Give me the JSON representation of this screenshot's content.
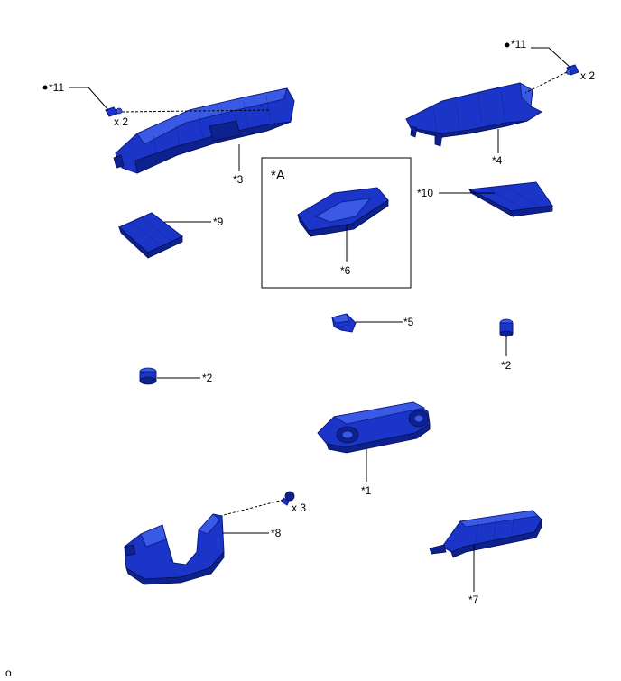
{
  "labels": {
    "p11_left": "*11",
    "p11_right": "*11",
    "x2_left": "x 2",
    "x2_right": "x 2",
    "p3": "*3",
    "p4": "*4",
    "pA": "*A",
    "p6": "*6",
    "p9": "*9",
    "p10": "*10",
    "p5": "*5",
    "p2_left": "*2",
    "p2_right": "*2",
    "p1": "*1",
    "x3": "x 3",
    "p8": "*8",
    "p7": "*7",
    "corner_code": "o"
  },
  "colors": {
    "part_fill": "#1a35c8",
    "part_light": "#3a5ae6",
    "part_dark": "#0d228f"
  }
}
